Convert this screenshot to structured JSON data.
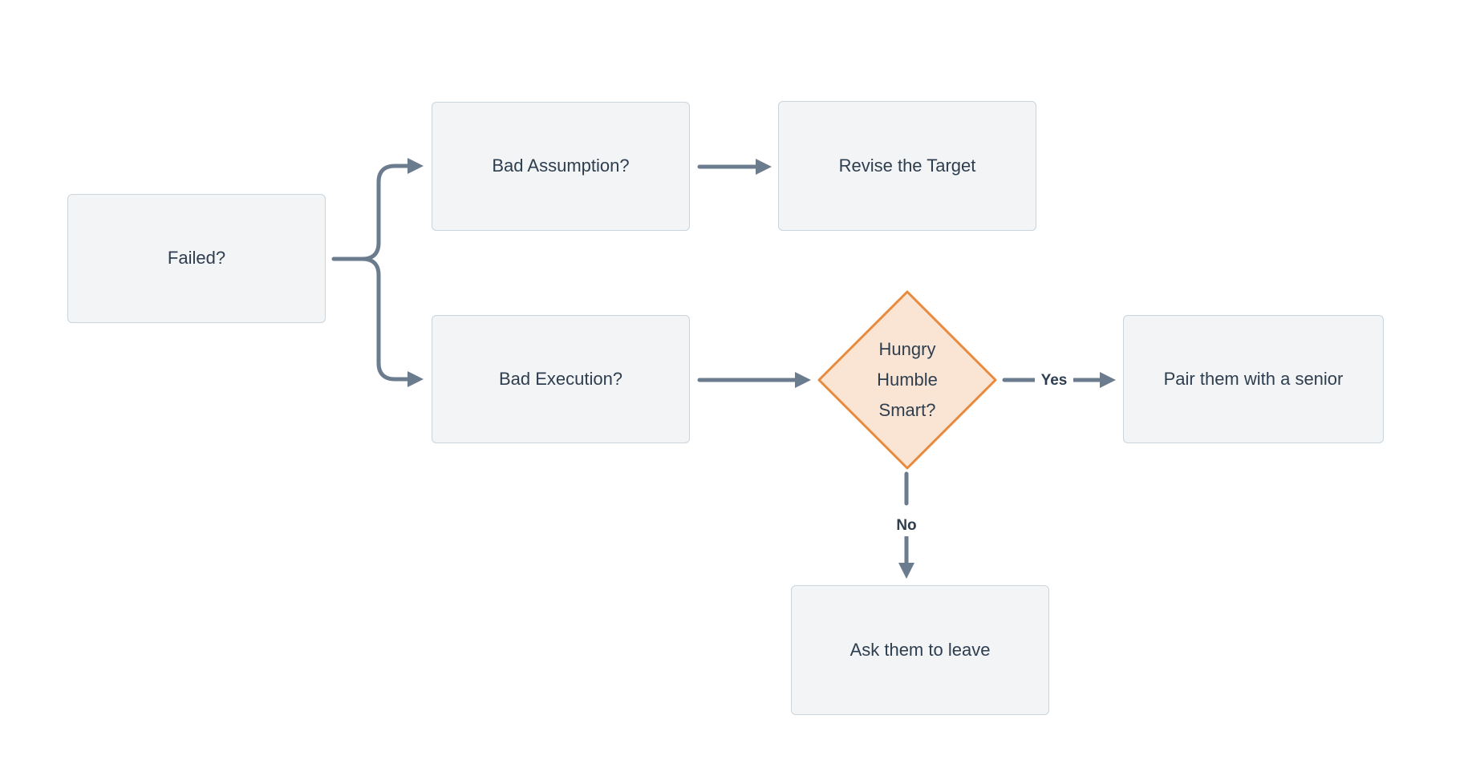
{
  "colors": {
    "canvas_bg": "#ffffff",
    "node_fill": "#f2f4f6",
    "node_border": "#c9d4dd",
    "connector": "#6b7c8e",
    "decision_fill": "#fae5d4",
    "decision_border": "#e88a3e",
    "text": "#2e3e4f"
  },
  "nodes": {
    "failed": {
      "label": "Failed?"
    },
    "bad_assumption": {
      "label": "Bad Assumption?"
    },
    "revise_target": {
      "label": "Revise the Target"
    },
    "bad_execution": {
      "label": "Bad Execution?"
    },
    "decision": {
      "lines": [
        "Hungry",
        "Humble",
        "Smart?"
      ]
    },
    "pair_senior": {
      "label": "Pair them with a senior"
    },
    "ask_leave": {
      "label": "Ask them to leave"
    }
  },
  "edge_labels": {
    "yes": "Yes",
    "no": "No"
  }
}
